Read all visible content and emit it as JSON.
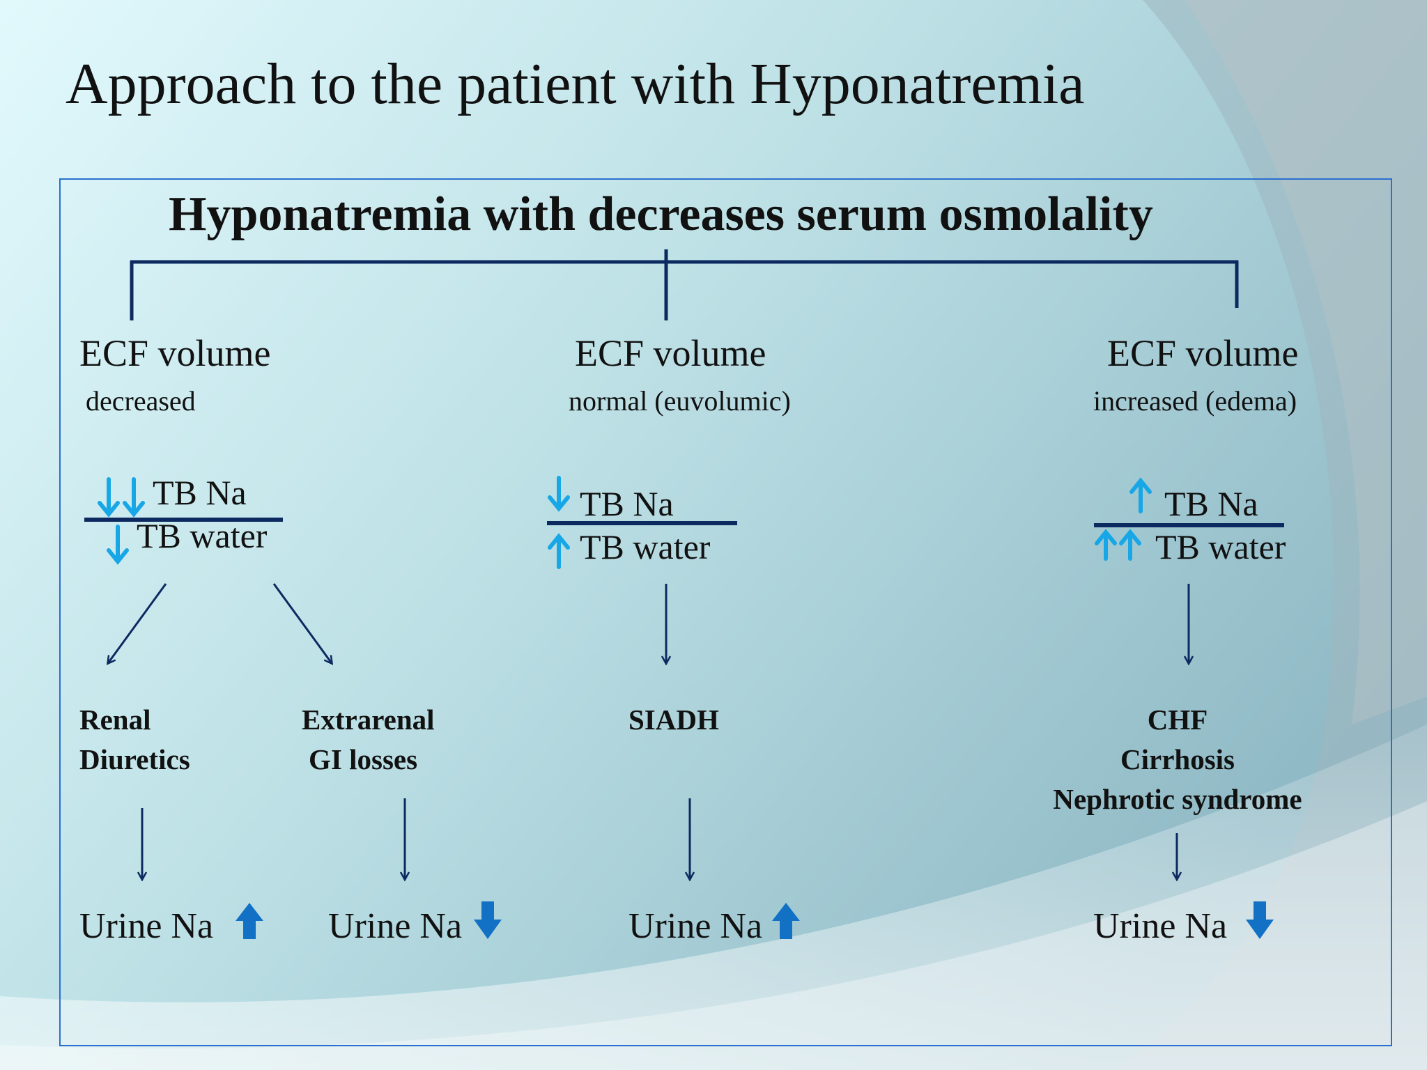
{
  "slide": {
    "title": "Approach to the patient with Hyponatremia"
  },
  "diagram": {
    "heading": "Hyponatremia with decreases serum osmolality",
    "branches": {
      "left": {
        "ecf_label": "ECF volume",
        "ecf_status": "decreased",
        "tb_na": "TB Na",
        "tb_water": "TB water",
        "causes": [
          {
            "lines": [
              "Renal",
              "Diuretics"
            ],
            "urine": "Urine Na",
            "urine_trend": "up"
          },
          {
            "lines": [
              "Extrarenal",
              "GI losses"
            ],
            "urine": "Urine Na",
            "urine_trend": "down"
          }
        ]
      },
      "middle": {
        "ecf_label": "ECF volume",
        "ecf_status": "normal (euvolumic)",
        "tb_na": "TB Na",
        "tb_water": "TB water",
        "causes": [
          {
            "lines": [
              "SIADH"
            ],
            "urine": "Urine Na",
            "urine_trend": "up"
          }
        ]
      },
      "right": {
        "ecf_label": "ECF volume",
        "ecf_status": "increased (edema)",
        "tb_na": "TB Na",
        "tb_water": "TB water",
        "causes": [
          {
            "lines": [
              "CHF",
              "Cirrhosis",
              "Nephrotic syndrome"
            ],
            "urine": "Urine Na",
            "urine_trend": "down"
          }
        ]
      }
    }
  },
  "colors": {
    "line_dark_blue": "#0d2a60",
    "arrow_light_blue": "#17a7e6",
    "arrow_blue": "#1271c4",
    "frame_blue": "#2a6fcf"
  },
  "icons": {
    "trend_up": "arrow-up-icon",
    "trend_down": "arrow-down-icon"
  }
}
